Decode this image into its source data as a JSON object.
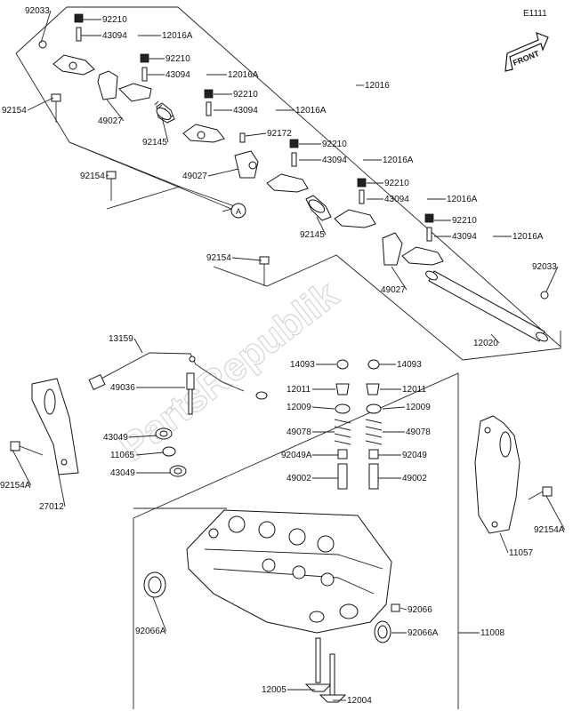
{
  "page": {
    "diagram_code": "E1111",
    "front_label": "FRONT"
  },
  "watermark": "PartsRepublik",
  "callout_circle": "A",
  "callouts": [
    "92033",
    "92210",
    "43094",
    "12016A",
    "92210",
    "43094",
    "12016A",
    "92154",
    "49027",
    "92210",
    "43094",
    "12016A",
    "12016",
    "92145",
    "92172",
    "92210",
    "43094",
    "12016A",
    "92154",
    "49027",
    "92210",
    "43094",
    "12016A",
    "92145",
    "92210",
    "43094",
    "12016A",
    "92154",
    "49027",
    "92033",
    "12020",
    "13159",
    "14093",
    "14093",
    "12011",
    "12011",
    "49036",
    "12009",
    "12009",
    "49078",
    "49078",
    "43049",
    "11065",
    "92049A",
    "92049",
    "43049",
    "92154A",
    "49002",
    "49002",
    "27012",
    "92154A",
    "11057",
    "92066",
    "92066A",
    "92066A",
    "11008",
    "12005",
    "12004"
  ]
}
